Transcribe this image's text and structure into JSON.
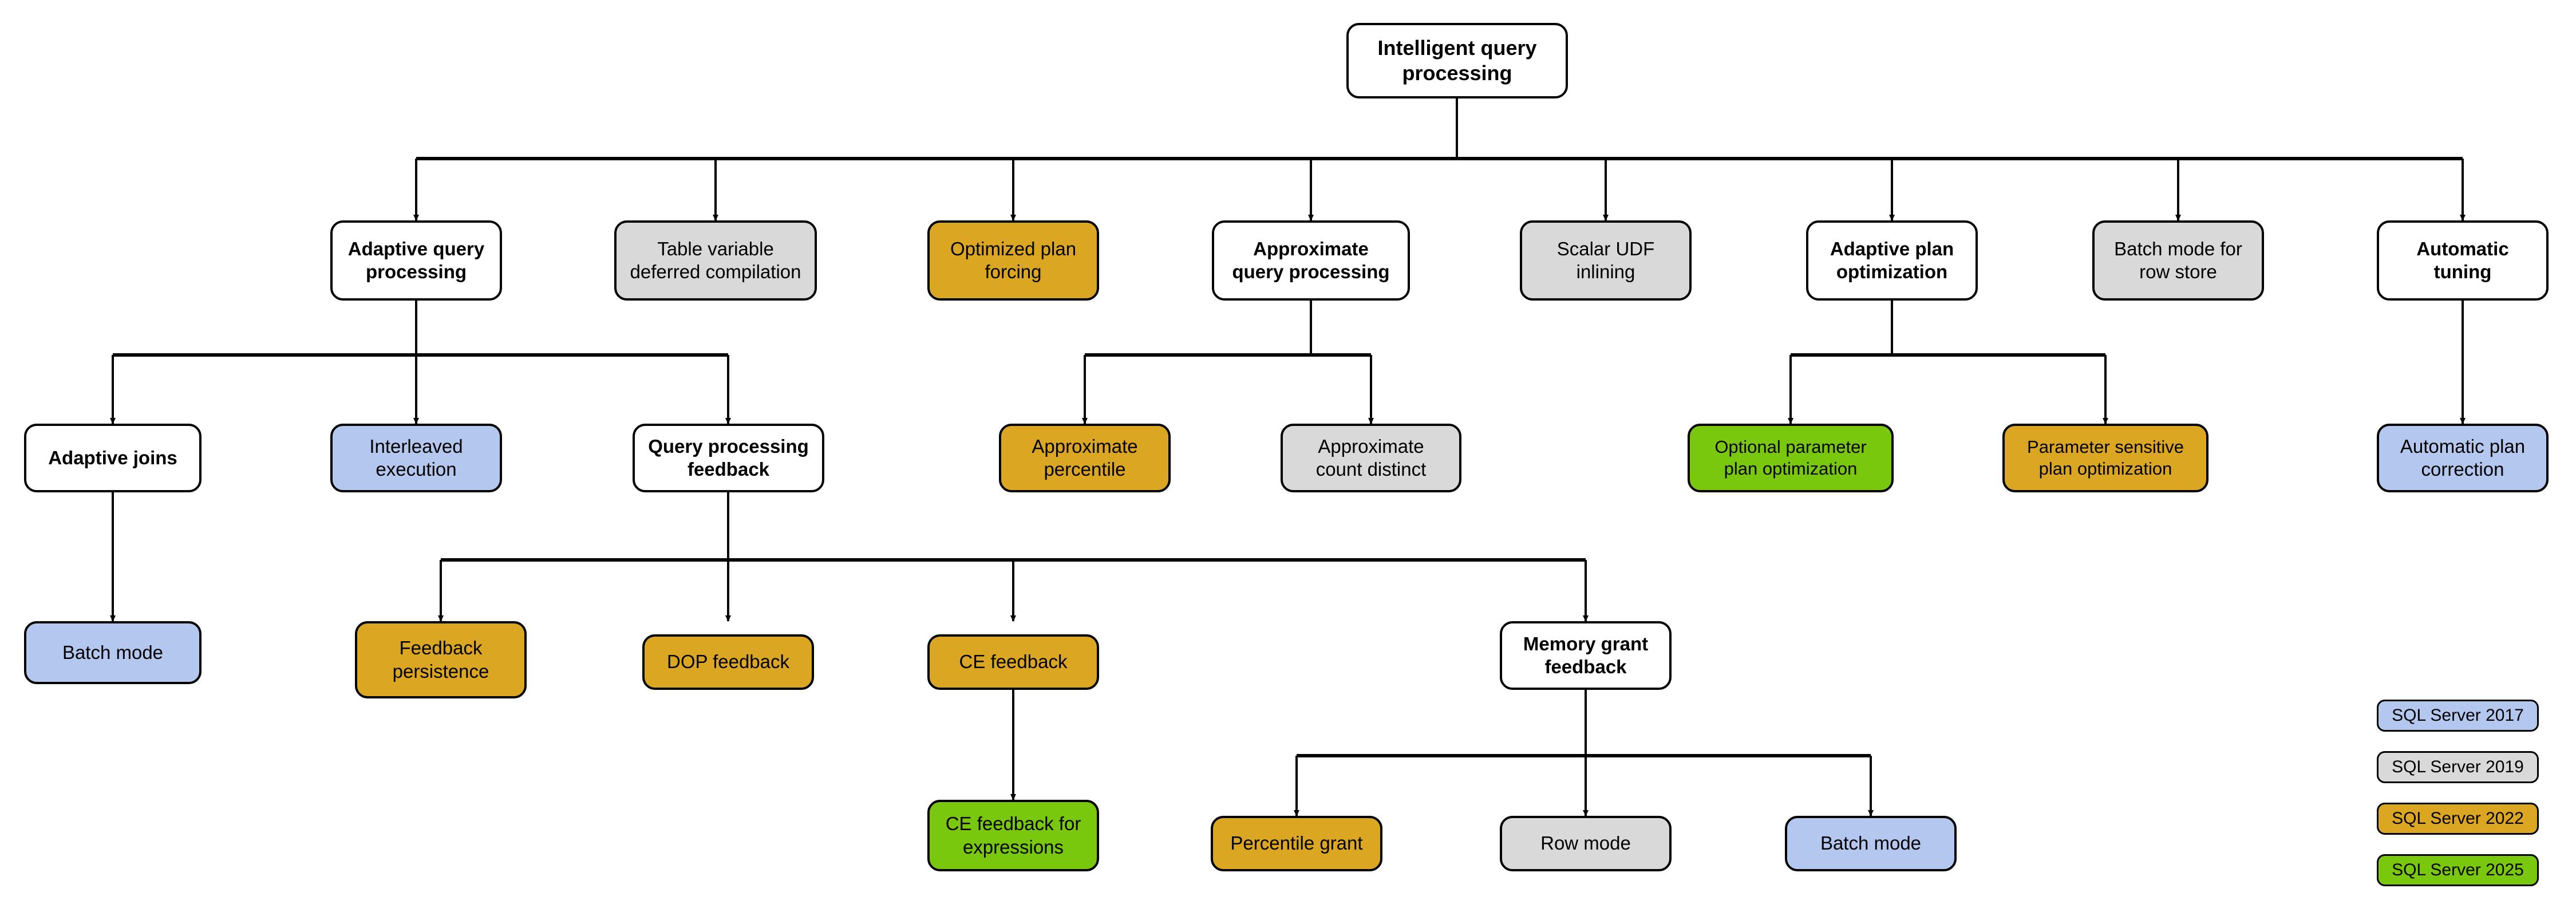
{
  "diagram": {
    "title": "Intelligent query processing",
    "palette": {
      "v2017": "#b4c7ef",
      "v2019": "#d9d9d9",
      "v2022": "#dba622",
      "v2025": "#79c80d",
      "vwhite": "#ffffff",
      "stroke": "#000000"
    },
    "root": {
      "label": "Intelligent query\nprocessing",
      "version": "vwhite"
    },
    "row2": [
      {
        "label": "Adaptive query\nprocessing",
        "version": "vwhite"
      },
      {
        "label": "Table variable\ndeferred compilation",
        "version": "v2019"
      },
      {
        "label": "Optimized plan\nforcing",
        "version": "v2022"
      },
      {
        "label": "Approximate\nquery processing",
        "version": "vwhite"
      },
      {
        "label": "Scalar UDF\ninlining",
        "version": "v2019"
      },
      {
        "label": "Adaptive plan\noptimization",
        "version": "vwhite"
      },
      {
        "label": "Batch mode for\nrow store",
        "version": "v2019"
      },
      {
        "label": "Automatic\ntuning",
        "version": "vwhite"
      }
    ],
    "row3": [
      {
        "label": "Adaptive joins",
        "version": "vwhite"
      },
      {
        "label": "Interleaved\nexecution",
        "version": "v2017"
      },
      {
        "label": "Query processing\nfeedback",
        "version": "vwhite"
      },
      {
        "label": "Approximate\npercentile",
        "version": "v2022"
      },
      {
        "label": "Approximate\ncount distinct",
        "version": "v2019"
      },
      {
        "label": "Optional parameter\nplan optimization",
        "version": "v2025"
      },
      {
        "label": "Parameter sensitive\nplan optimization",
        "version": "v2022"
      },
      {
        "label": "Automatic plan\ncorrection",
        "version": "v2017"
      }
    ],
    "row4": [
      {
        "label": "Batch mode",
        "version": "v2017"
      },
      {
        "label": "Feedback\npersistence",
        "version": "v2022"
      },
      {
        "label": "DOP feedback",
        "version": "v2022"
      },
      {
        "label": "CE feedback",
        "version": "v2022"
      },
      {
        "label": "Memory grant\nfeedback",
        "version": "vwhite"
      }
    ],
    "row5": [
      {
        "label": "CE feedback for\nexpressions",
        "version": "v2025"
      },
      {
        "label": "Percentile grant",
        "version": "v2022"
      },
      {
        "label": "Row mode",
        "version": "v2019"
      },
      {
        "label": "Batch mode",
        "version": "v2017"
      }
    ],
    "legend": [
      {
        "label": "SQL Server 2017",
        "version": "v2017"
      },
      {
        "label": "SQL Server 2019",
        "version": "v2019"
      },
      {
        "label": "SQL Server 2022",
        "version": "v2022"
      },
      {
        "label": "SQL Server 2025",
        "version": "v2025"
      }
    ]
  }
}
